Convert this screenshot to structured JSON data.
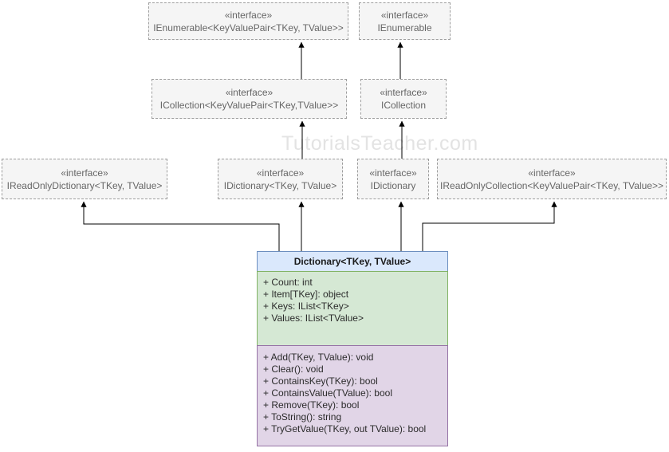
{
  "watermark": "TutorialsTeacher.com",
  "diagram": {
    "interfaces": [
      {
        "stereotype": "«interface»",
        "name": "IEnumerable<KeyValuePair<TKey, TValue>>"
      },
      {
        "stereotype": "«interface»",
        "name": "IEnumerable"
      },
      {
        "stereotype": "«interface»",
        "name": "ICollection<KeyValuePair<TKey,TValue>>"
      },
      {
        "stereotype": "«interface»",
        "name": "ICollection"
      },
      {
        "stereotype": "«interface»",
        "name": "IReadOnlyDictionary<TKey, TValue>"
      },
      {
        "stereotype": "«interface»",
        "name": "IDictionary<TKey, TValue>"
      },
      {
        "stereotype": "«interface»",
        "name": "IDictionary"
      },
      {
        "stereotype": "«interface»",
        "name": "IReadOnlyCollection<KeyValuePair<TKey, TValue>>"
      }
    ],
    "class": {
      "title": "Dictionary<TKey, TValue>",
      "properties": [
        "+ Count: int",
        "+ Item[TKey]: object",
        "+ Keys: IList<TKey>",
        "+ Values: IList<TValue>"
      ],
      "methods": [
        "+ Add(TKey, TValue): void",
        "+ Clear(): void",
        "+ ContainsKey(TKey): bool",
        "+ ContainsValue(TValue): bool",
        "+ Remove(TKey): bool",
        "+ ToString(): string",
        "+ TryGetValue(TKey, out TValue): bool"
      ]
    },
    "colors": {
      "class_header_fill": "#dae8fc",
      "class_header_stroke": "#6c8ebf",
      "properties_fill": "#d5e8d4",
      "properties_stroke": "#82b366",
      "methods_fill": "#e1d5e7",
      "methods_stroke": "#9673a6",
      "interface_fill": "#f5f5f5",
      "interface_stroke": "#999999",
      "interface_text": "#666666",
      "edge_color": "#000000",
      "watermark_color": "#e3e3e3"
    }
  }
}
